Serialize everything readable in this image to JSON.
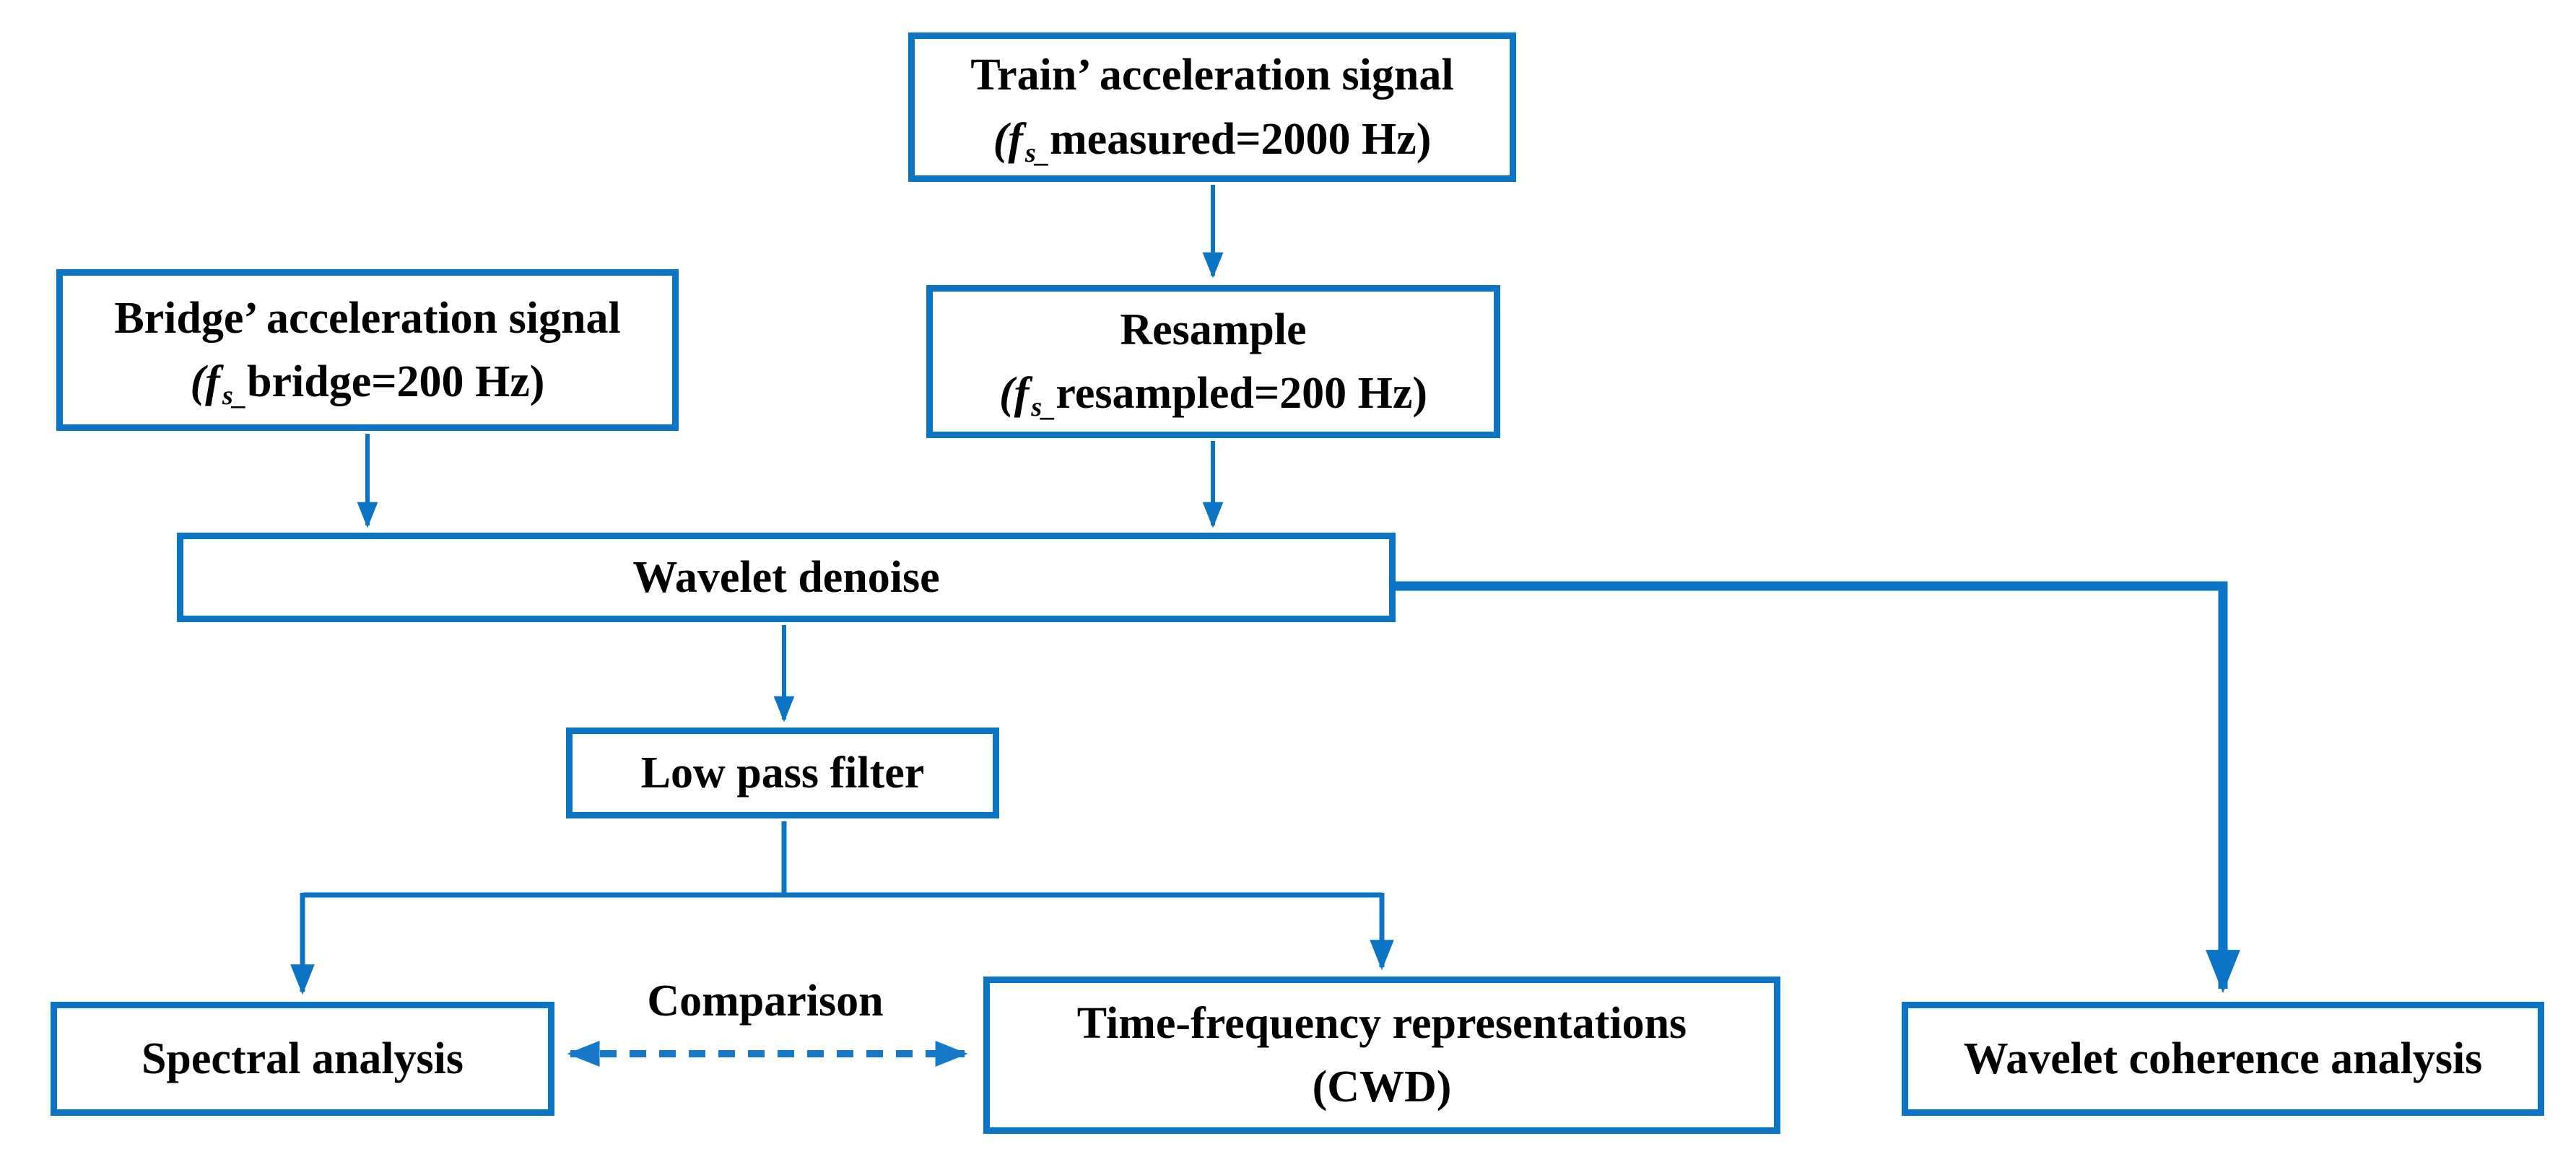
{
  "colors": {
    "accent_blue": "#0c74c4",
    "dashed_arrow_blue": "#1578c8",
    "text": "#000000",
    "background": "#ffffff"
  },
  "nodes": {
    "train": {
      "title": "Train’ acceleration signal",
      "formula": {
        "open_f": "(f",
        "sub": "s_",
        "rest": "measured=2000 Hz)"
      }
    },
    "bridge": {
      "title": "Bridge’ acceleration signal",
      "formula": {
        "open_f": "(f",
        "sub": "s_",
        "rest": "bridge=200 Hz)"
      }
    },
    "resample": {
      "title": "Resample",
      "formula": {
        "open_f": "(f",
        "sub": "s_",
        "rest": "resampled=200 Hz)"
      }
    },
    "wavelet_denoise": {
      "title": "Wavelet denoise"
    },
    "low_pass_filter": {
      "title": "Low pass filter"
    },
    "spectral_analysis": {
      "title": "Spectral analysis"
    },
    "time_frequency": {
      "title": "Time-frequency representations",
      "subtitle": "(CWD)"
    },
    "wavelet_coherence": {
      "title": "Wavelet coherence analysis"
    },
    "comparison_label": "Comparison"
  }
}
